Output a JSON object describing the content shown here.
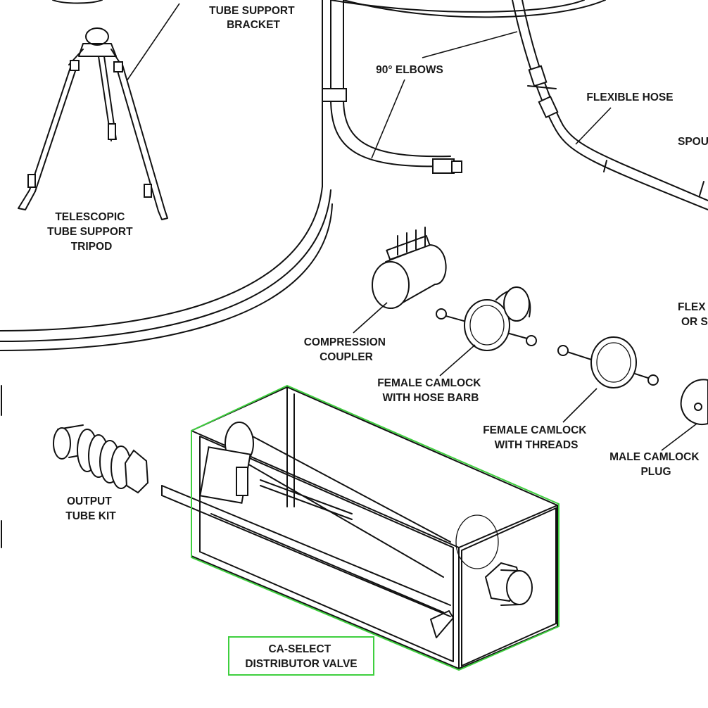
{
  "labels": {
    "tube_support_bracket": [
      "TUBE SUPPORT",
      "BRACKET"
    ],
    "elbows": [
      "90° ELBOWS"
    ],
    "flexible_hose": [
      "FLEXIBLE HOSE"
    ],
    "spout_partial": [
      "SPOU"
    ],
    "tripod": [
      "TELESCOPIC",
      "TUBE SUPPORT",
      "TRIPOD"
    ],
    "flex_partial": [
      "FLEX",
      "OR S"
    ],
    "compression_coupler": [
      "COMPRESSION",
      "COUPLER"
    ],
    "female_camlock_barb": [
      "FEMALE CAMLOCK",
      "WITH HOSE BARB"
    ],
    "female_camlock_threads": [
      "FEMALE CAMLOCK",
      "WITH THREADS"
    ],
    "male_camlock_plug": [
      "MALE CAMLOCK",
      "PLUG"
    ],
    "output_tube_kit": [
      "OUTPUT",
      "TUBE KIT"
    ],
    "distributor_valve": [
      "CA-SELECT",
      "DISTRIBUTOR VALVE"
    ]
  },
  "colors": {
    "line": "#111111",
    "highlight": "#3ecf3e",
    "background": "#ffffff"
  }
}
